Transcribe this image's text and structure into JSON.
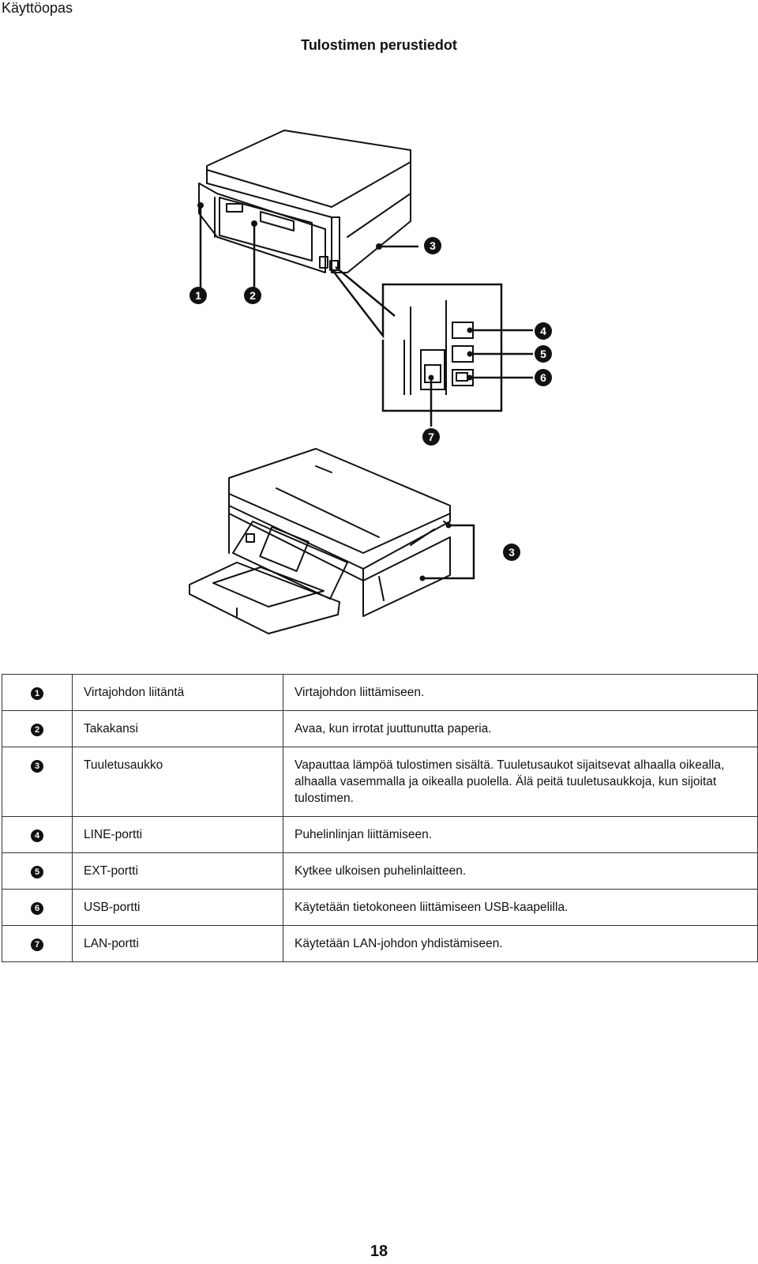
{
  "header": {
    "title": "Käyttöopas"
  },
  "section": {
    "title": "Tulostimen perustiedot"
  },
  "figure": {
    "callouts": [
      "1",
      "2",
      "3",
      "4",
      "5",
      "6",
      "7",
      "3"
    ]
  },
  "parts": [
    {
      "num": "1",
      "name": "Virtajohdon liitäntä",
      "desc": "Virtajohdon liittämiseen."
    },
    {
      "num": "2",
      "name": "Takakansi",
      "desc": "Avaa, kun irrotat juuttunutta paperia."
    },
    {
      "num": "3",
      "name": "Tuuletusaukko",
      "desc": "Vapauttaa lämpöä tulostimen sisältä. Tuuletusaukot sijaitsevat alhaalla oikealla, alhaalla vasemmalla ja oikealla puolella. Älä peitä tuuletusaukkoja, kun sijoitat tulostimen."
    },
    {
      "num": "4",
      "name": "LINE-portti",
      "desc": "Puhelinlinjan liittämiseen."
    },
    {
      "num": "5",
      "name": "EXT-portti",
      "desc": "Kytkee ulkoisen puhelinlaitteen."
    },
    {
      "num": "6",
      "name": "USB-portti",
      "desc": "Käytetään tietokoneen liittämiseen USB-kaapelilla."
    },
    {
      "num": "7",
      "name": "LAN-portti",
      "desc": "Käytetään LAN-johdon yhdistämiseen."
    }
  ],
  "footer": {
    "page_number": "18"
  }
}
